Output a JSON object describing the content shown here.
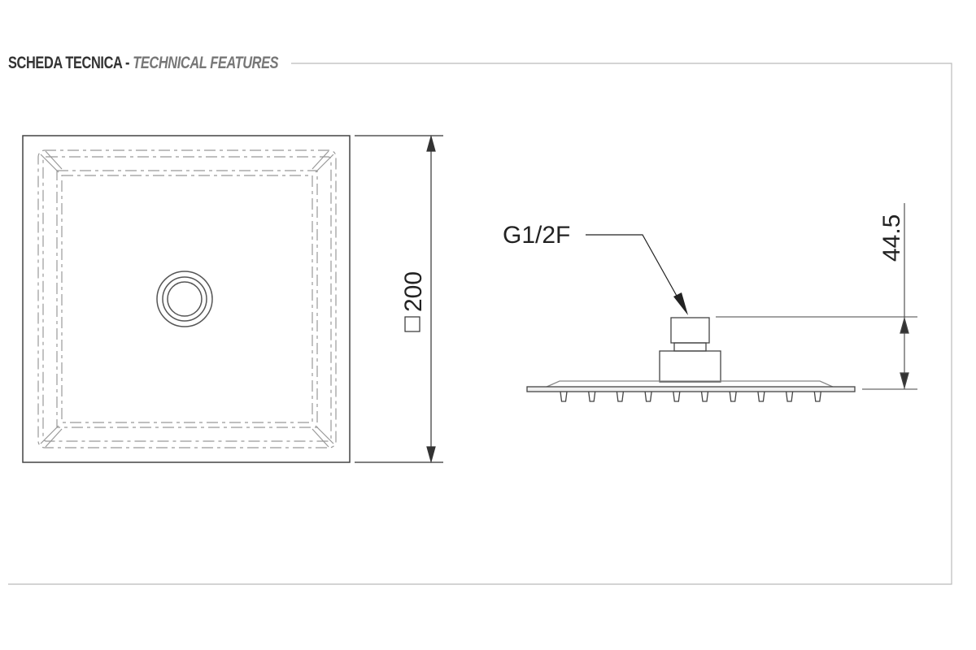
{
  "header": {
    "title_it": "SCHEDA TECNICA",
    "separator": " - ",
    "title_en": "TECHNICAL FEATURES"
  },
  "top_view": {
    "dimension_label": "200",
    "square_symbol": "square-dimension-symbol"
  },
  "side_view": {
    "connection_label": "G1/2F",
    "height_label": "44.5",
    "nozzle_count": 10
  }
}
